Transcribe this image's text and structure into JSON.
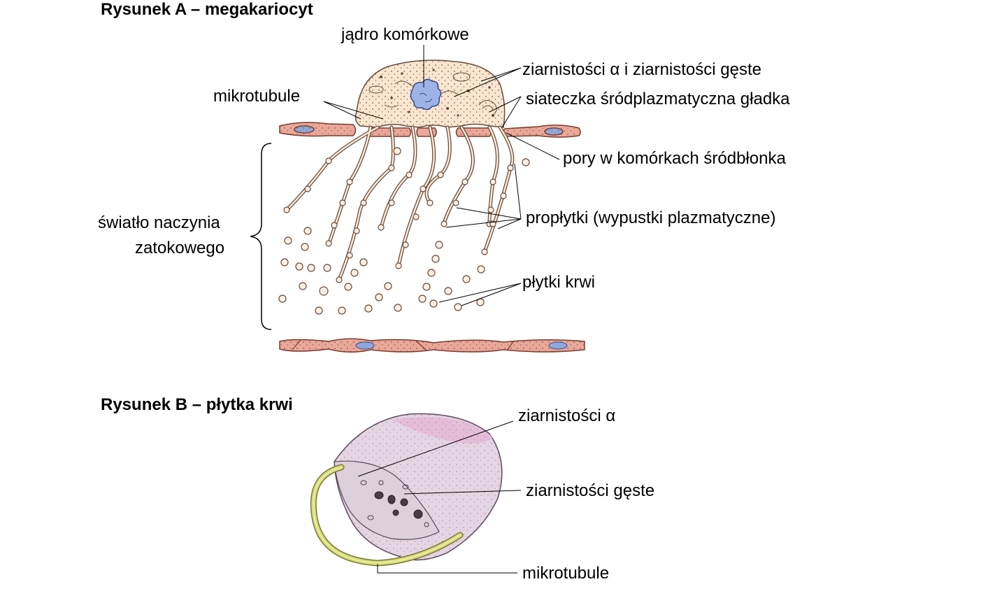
{
  "figure_a": {
    "title": "Rysunek A – megakariocyt",
    "labels": {
      "nucleus": "jądro komórkowe",
      "granules": "ziarnistości α i ziarnistości gęste",
      "microtubules": "mikrotubule",
      "smooth_er": "siateczka śródplazmatyczna gładka",
      "endothelial_pores": "pory w komórkach śródbłonka",
      "lumen_line1": "światło naczynia",
      "lumen_line2": "zatokowego",
      "proplatelets": "propłytki (wypustki plazmatyczne)",
      "platelets": "płytki krwi"
    }
  },
  "figure_b": {
    "title": "Rysunek B – płytka krwi",
    "labels": {
      "alpha_granules": "ziarnistości α",
      "dense_granules": "ziarnistości gęste",
      "microtubules": "mikrotubule"
    }
  },
  "colors": {
    "cytoplasm": "#f8e6d0",
    "vessel_wall": "#e9a89a",
    "nucleus": "#9db3e8",
    "platelet_body": "#e4d4e4",
    "platelet_pink": "#e6b6d6",
    "microtubule_ring": "#d6dc78"
  }
}
